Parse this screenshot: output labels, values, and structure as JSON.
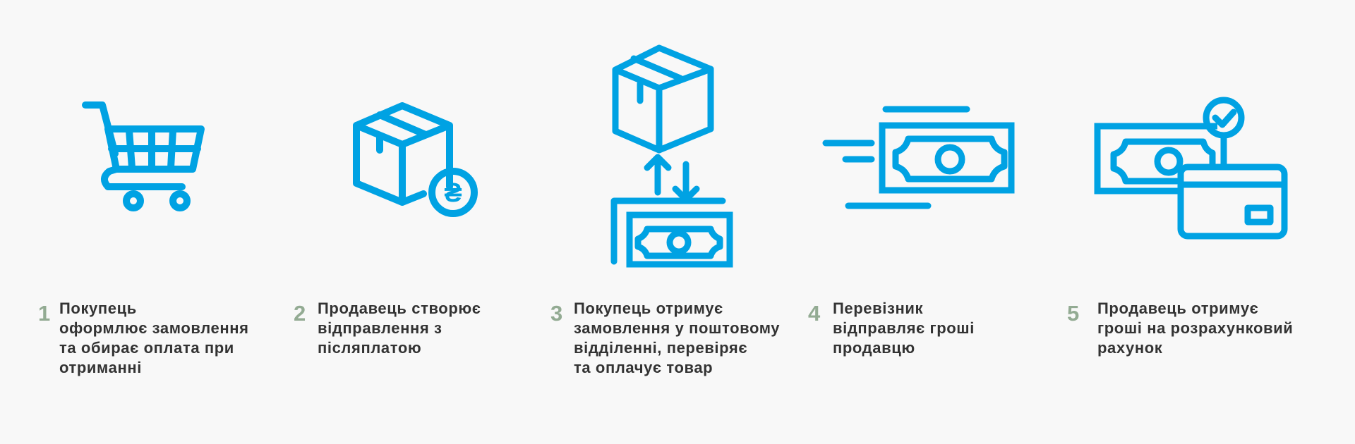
{
  "colors": {
    "icon": "#00a2e3",
    "number": "#93ab93",
    "text": "#333333",
    "background": "#f8f8f8"
  },
  "steps": [
    {
      "number": "1",
      "icon": "shopping-cart-icon",
      "text": "Покупець\nоформлює замовлення\nта обирає оплата при\nотриманні"
    },
    {
      "number": "2",
      "icon": "box-hryvnia-icon",
      "text": "Продавець створює\nвідправлення з\nпісляплатою"
    },
    {
      "number": "3",
      "icon": "box-money-exchange-icon",
      "text": "Покупець отримує\nзамовлення у поштовому\nвідділенні, перевіряє\nта оплачує товар"
    },
    {
      "number": "4",
      "icon": "money-transfer-icon",
      "text": "Перевізник\nвідправляє гроші\nпродавцю"
    },
    {
      "number": "5",
      "icon": "money-card-check-icon",
      "text": "Продавець отримує\nгроші на розрахунковий\nрахунок"
    }
  ]
}
